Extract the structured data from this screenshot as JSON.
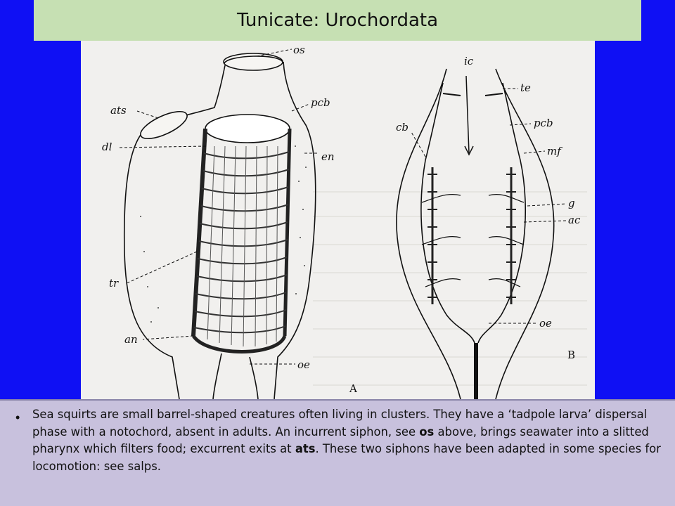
{
  "slide": {
    "title": "Tunicate: Urochordata"
  },
  "figure": {
    "labels_A": {
      "os": "os",
      "ats": "ats",
      "pcb": "pcb",
      "dl": "dl",
      "en": "en",
      "tr": "tr",
      "an": "an",
      "oe": "oe",
      "panel": "A"
    },
    "labels_B": {
      "ic": "ic",
      "te": "te",
      "cb": "cb",
      "pcb": "pcb",
      "mf": "mf",
      "g": "g",
      "ac": "ac",
      "oe": "oe",
      "panel": "B"
    }
  },
  "caption": {
    "bullet": "•",
    "p1": "Sea squirts are small barrel-shaped creatures often living in clusters.  They have a ‘tadpole larva’ dispersal phase with a notochord, absent in adults.  An incurrent siphon, see ",
    "b1": "os",
    "p2": " above, brings seawater into a slitted pharynx which filters food; excurrent exits at ",
    "b2": "ats",
    "p3": ".  These two siphons have been adapted in some species for locomotion: see salps."
  }
}
